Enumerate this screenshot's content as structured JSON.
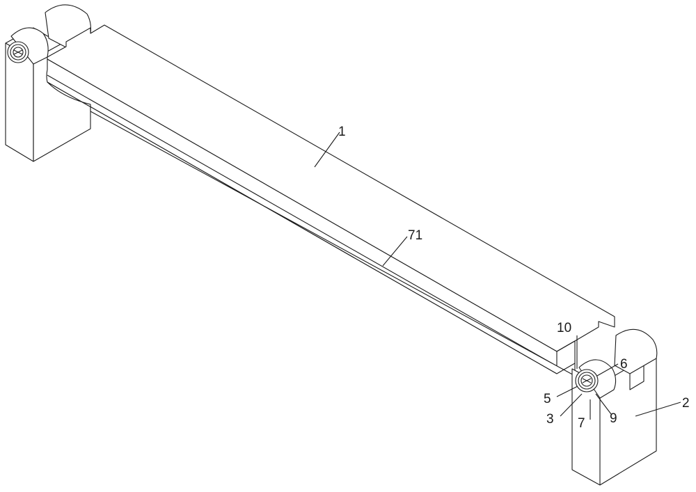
{
  "figure": {
    "labels": {
      "beam": "1",
      "bracket": "2",
      "part_3": "3",
      "part_5": "5",
      "part_6": "6",
      "part_7": "7",
      "part_9": "9",
      "part_10": "10",
      "groove": "71"
    }
  }
}
